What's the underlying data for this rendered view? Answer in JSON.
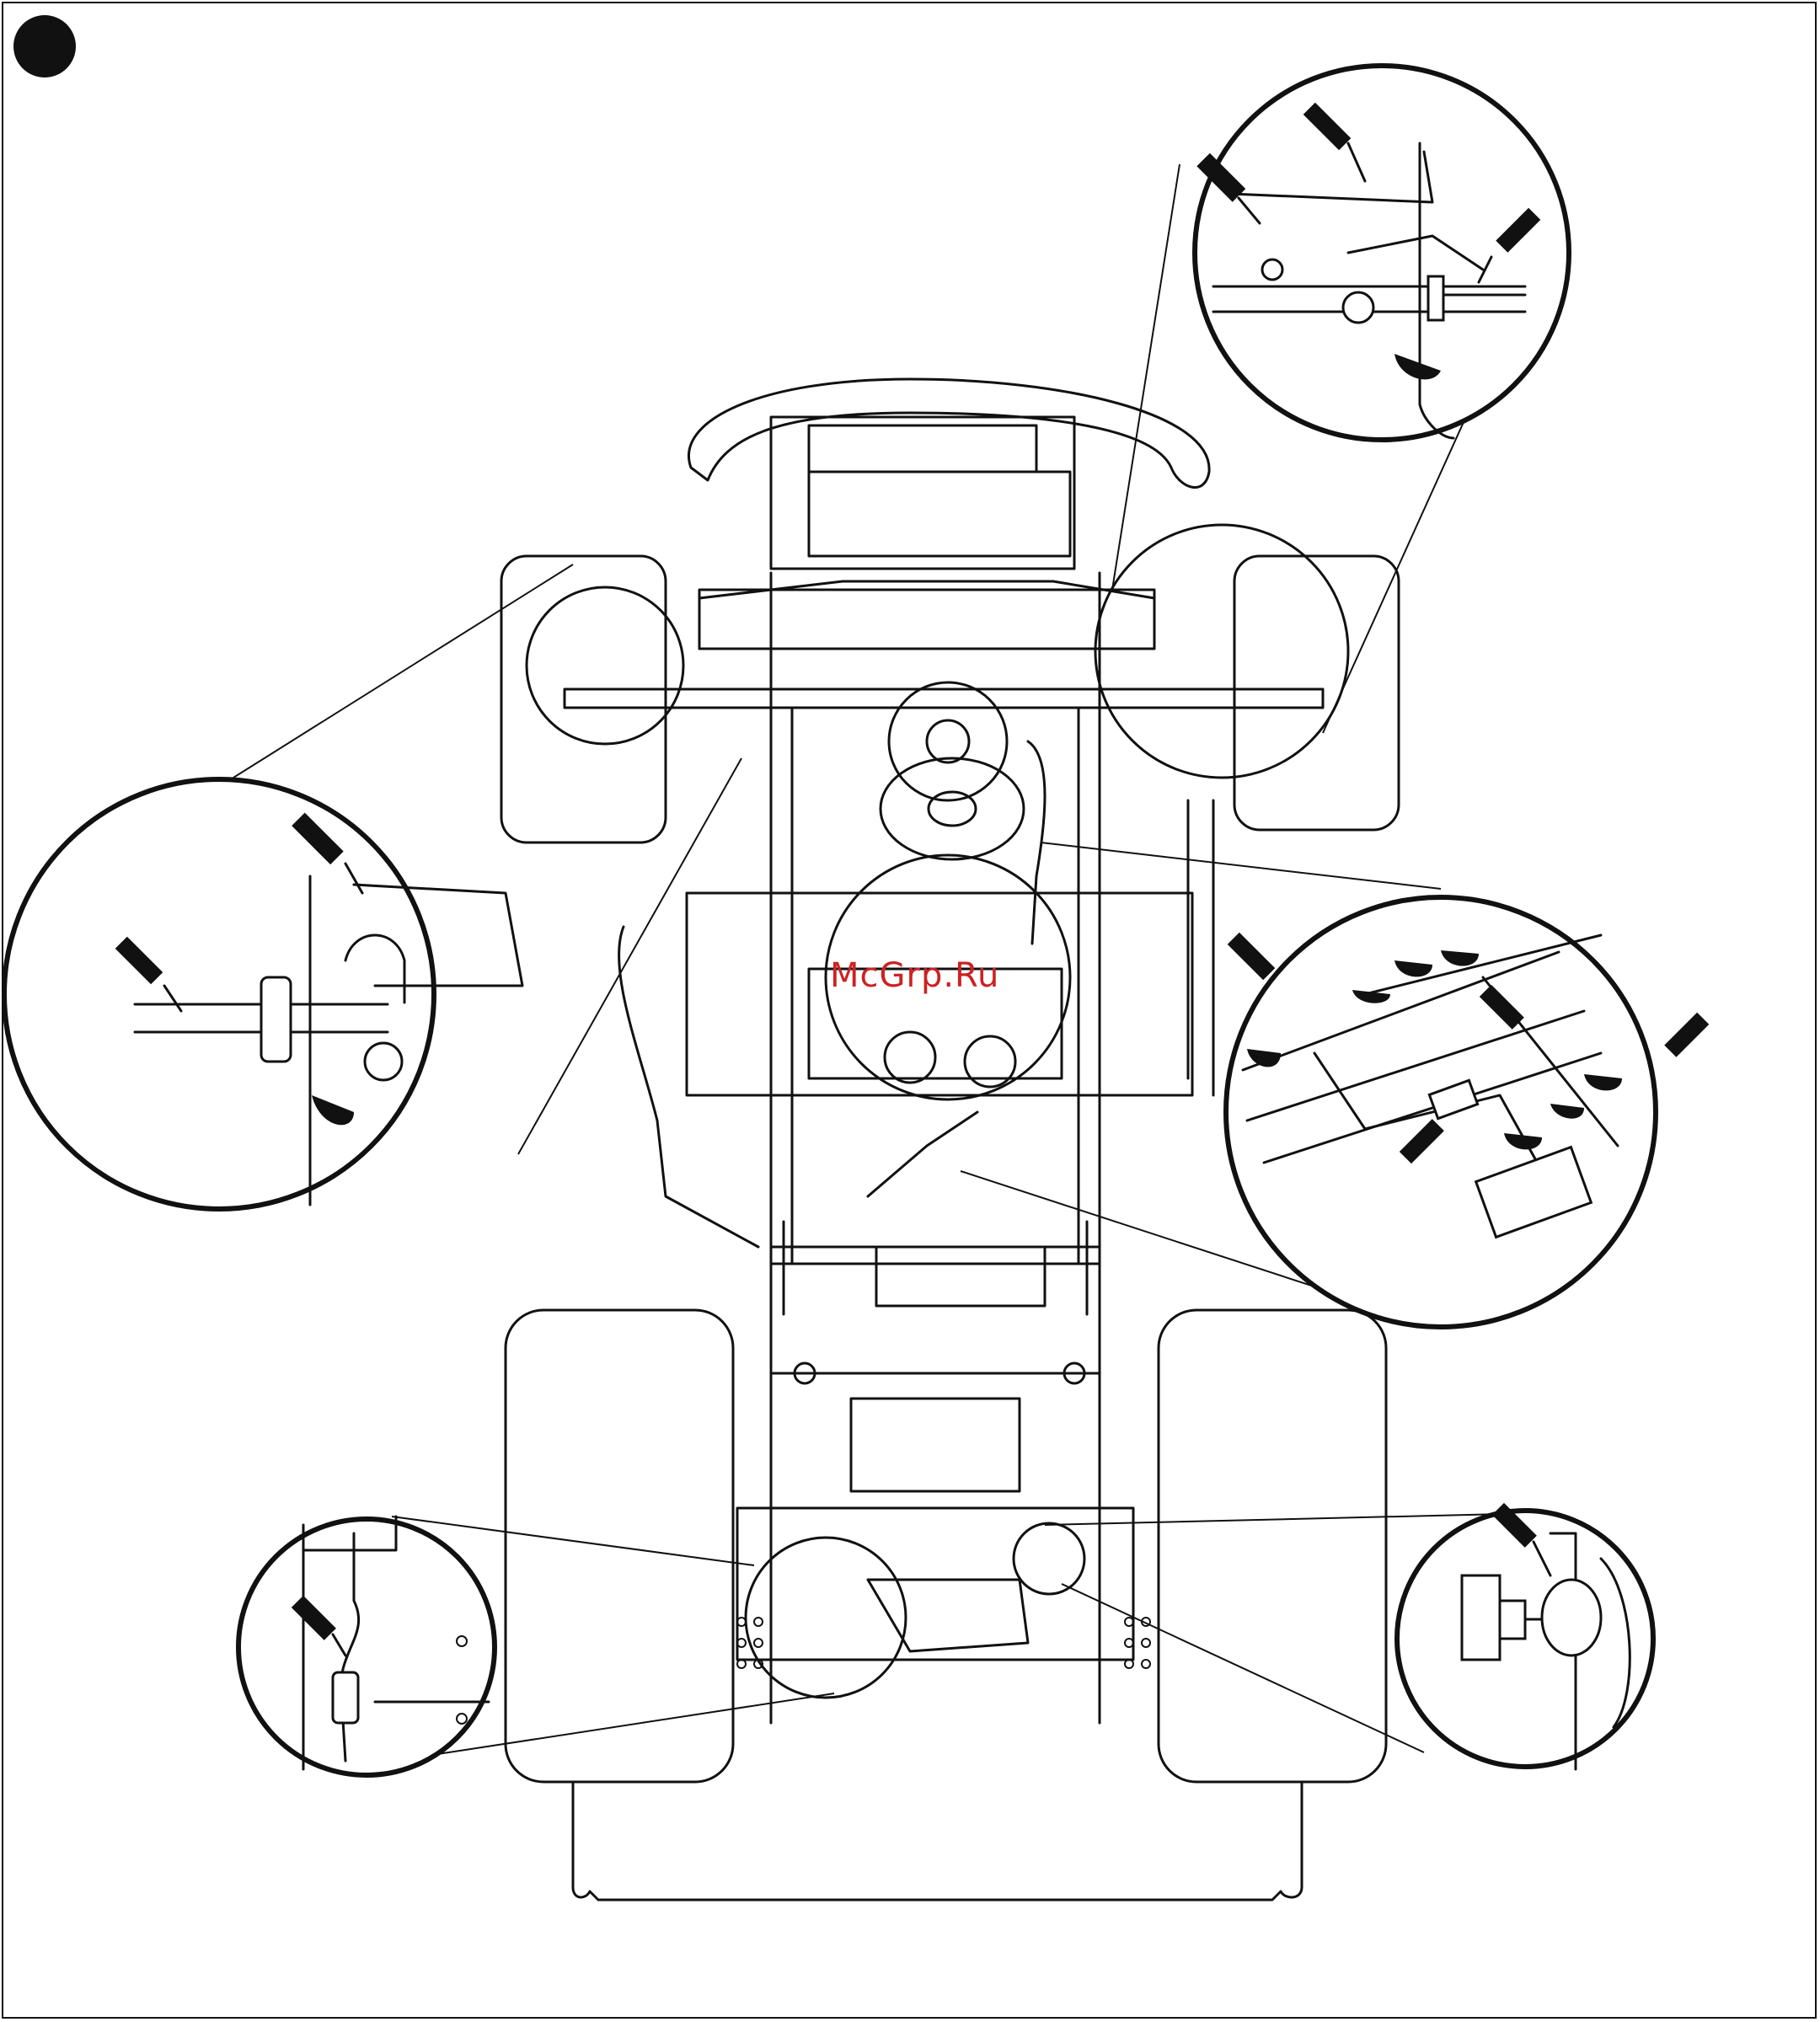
{
  "figure": {
    "watermark_text": "McGrp.Ru",
    "colors": {
      "line": "#111111",
      "background": "#ffffff",
      "watermark": "#cc2222"
    },
    "callouts": [
      {
        "id": "front-right-spindle",
        "icons": [
          "grease-gun-icon",
          "oil-can-icon"
        ]
      },
      {
        "id": "front-left-spindle",
        "icons": [
          "grease-gun-icon",
          "oil-can-icon"
        ]
      },
      {
        "id": "deck-linkage",
        "icons": [
          "grease-gun-icon",
          "oil-can-icon"
        ]
      },
      {
        "id": "rear-left-pivot",
        "icons": [
          "grease-gun-icon"
        ]
      },
      {
        "id": "rear-right-pivot",
        "icons": [
          "grease-gun-icon"
        ]
      }
    ]
  }
}
